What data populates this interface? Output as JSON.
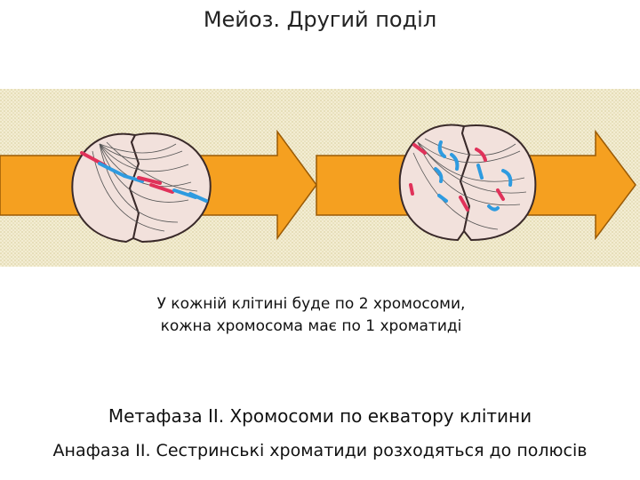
{
  "title": "Мейоз. Другий поділ",
  "caption": {
    "line1": "У кожній клітині буде по 2 хромосоми,",
    "line2": "кожна хромосома має по 1 хроматиді"
  },
  "stages": {
    "metaphase": "Метафаза ІІ. Хромосоми по екватору клітини",
    "anaphase": "Анафаза ІІ. Сестринські хроматиди розходяться до полюсів"
  },
  "colors": {
    "background_pattern": "#ece5c3",
    "arrow": "#f5a020",
    "arrow_outline": "#9a5a05",
    "cell_fill": "#f2e1dc",
    "cell_outline": "#3a2a2a",
    "spindle": "#555555",
    "chromosome_paternal": "#e0325a",
    "chromosome_maternal": "#2e9be0"
  }
}
